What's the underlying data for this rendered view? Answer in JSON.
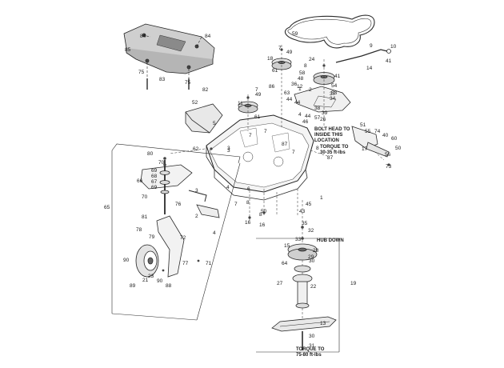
{
  "diagram": {
    "callouts": [
      "84",
      "84",
      "85",
      "75",
      "83",
      "75",
      "82",
      "59",
      "9",
      "10",
      "41",
      "14",
      "7",
      "49",
      "18",
      "24",
      "8",
      "61",
      "58",
      "48",
      "36",
      "41",
      "54",
      "53",
      "34",
      "1",
      "12",
      "2",
      "7",
      "49",
      "11",
      "63",
      "44",
      "61",
      "52",
      "5",
      "38",
      "44",
      "39",
      "4",
      "57",
      "26",
      "46",
      "37",
      "44",
      "51",
      "55",
      "74",
      "40",
      "60",
      "17",
      "56",
      "50",
      "73",
      "7",
      "86",
      "87",
      "62",
      "3",
      "8",
      "87",
      "7",
      "80",
      "70",
      "69",
      "68",
      "67",
      "69",
      "66",
      "70",
      "65",
      "3",
      "3",
      "76",
      "2",
      "4",
      "81",
      "78",
      "79",
      "72",
      "90",
      "77",
      "23",
      "71",
      "21",
      "90",
      "89",
      "88",
      "7",
      "4",
      "6",
      "7",
      "8",
      "16",
      "50",
      "8",
      "16",
      "45",
      "1",
      "43",
      "35",
      "33",
      "32",
      "15",
      "28",
      "29",
      "30",
      "64",
      "27",
      "22",
      "19",
      "13",
      "30",
      "31"
    ],
    "notes": {
      "bolt_head": "BOLT HEAD TO\nINSIDE THIS\nLOCATION",
      "torque_top": "TORQUE TO\n30-35 ft-lbs",
      "hub_down": "HUB DOWN",
      "torque_bottom": "TORQUE TO\n75-80 ft-lbs"
    }
  }
}
